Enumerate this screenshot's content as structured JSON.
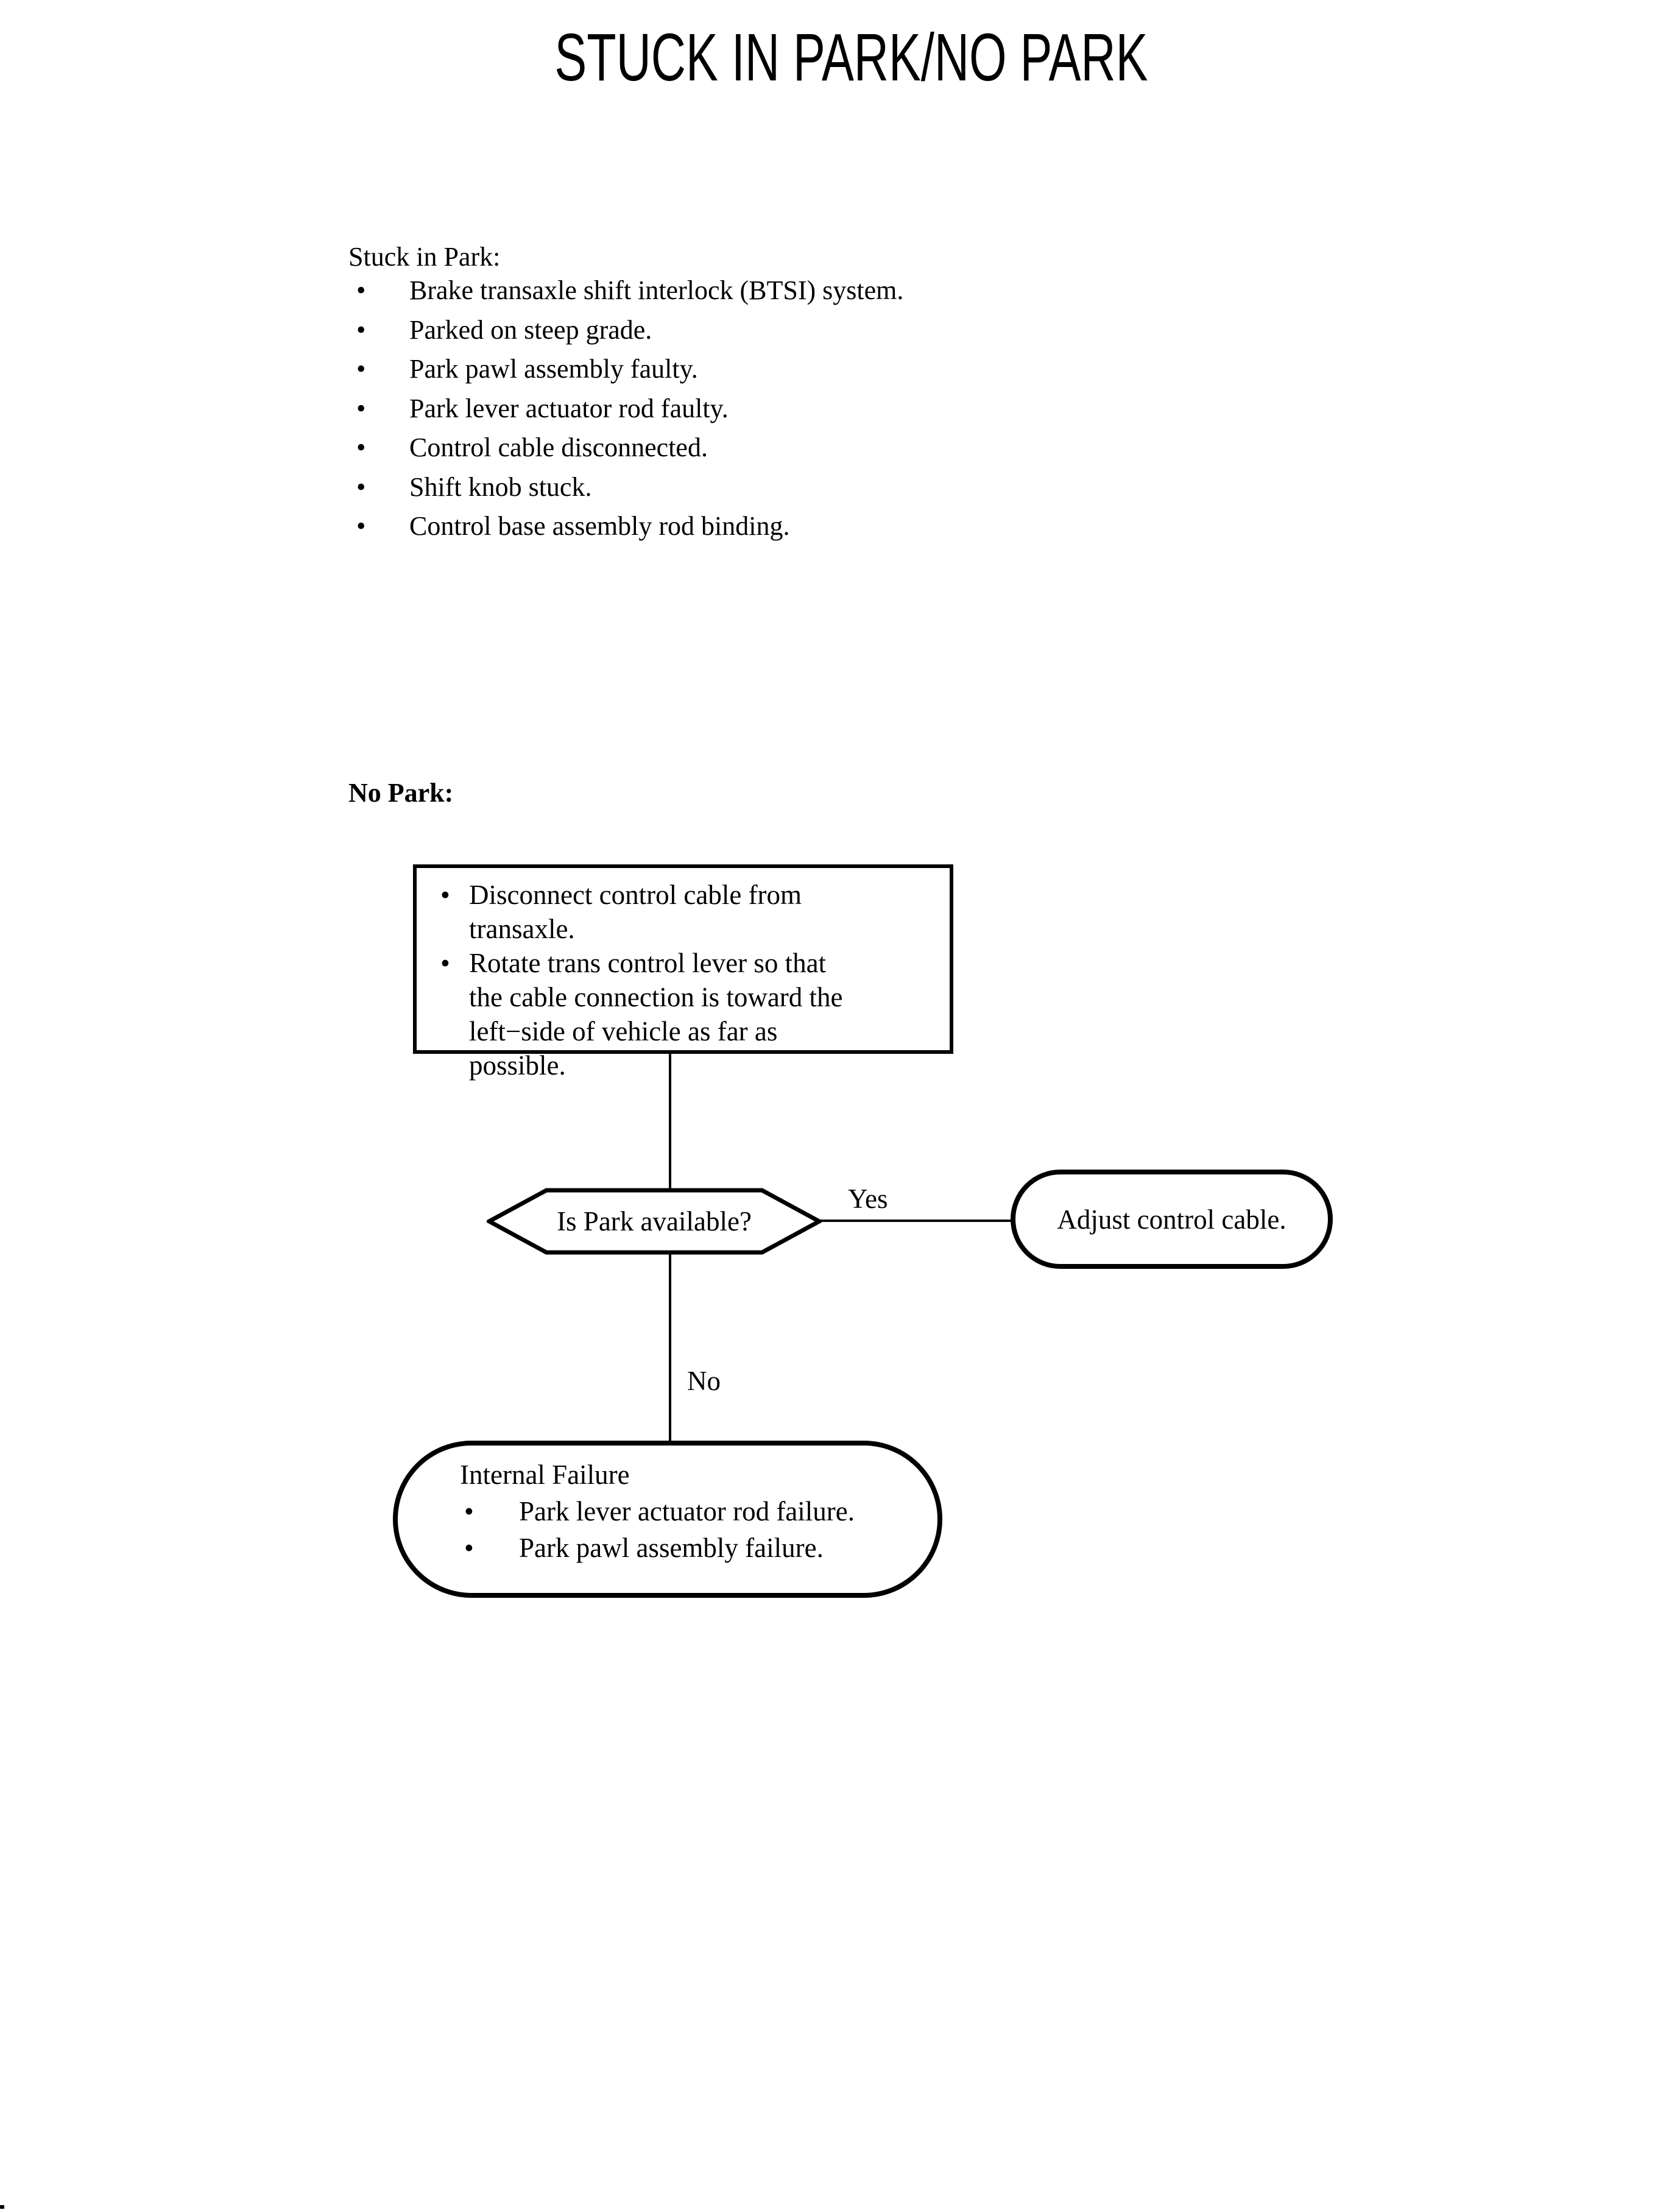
{
  "page": {
    "title": "STUCK IN PARK/NO PARK",
    "background": "#ffffff",
    "ink": "#000000"
  },
  "glyphs": {
    "bullet": "•"
  },
  "stuck_in_park": {
    "heading": "Stuck in Park:",
    "items": [
      "Brake transaxle shift interlock (BTSI) system.",
      "Parked on steep grade.",
      "Park pawl assembly faulty.",
      "Park lever actuator rod faulty.",
      "Control cable disconnected.",
      "Shift knob stuck.",
      "Control base assembly rod binding."
    ]
  },
  "no_park": {
    "heading": "No Park:",
    "prep_items": [
      "Disconnect control cable from transaxle.",
      "Rotate trans control lever so that the cable connection is toward the left−side of vehicle as far as possible."
    ],
    "decision_label": "Is Park available?",
    "yes_label": "Yes",
    "no_label": "No",
    "yes_result_label": "Adjust control cable.",
    "no_result": {
      "title": "Internal Failure",
      "items": [
        "Park lever actuator rod failure.",
        "Park pawl assembly failure."
      ]
    }
  }
}
